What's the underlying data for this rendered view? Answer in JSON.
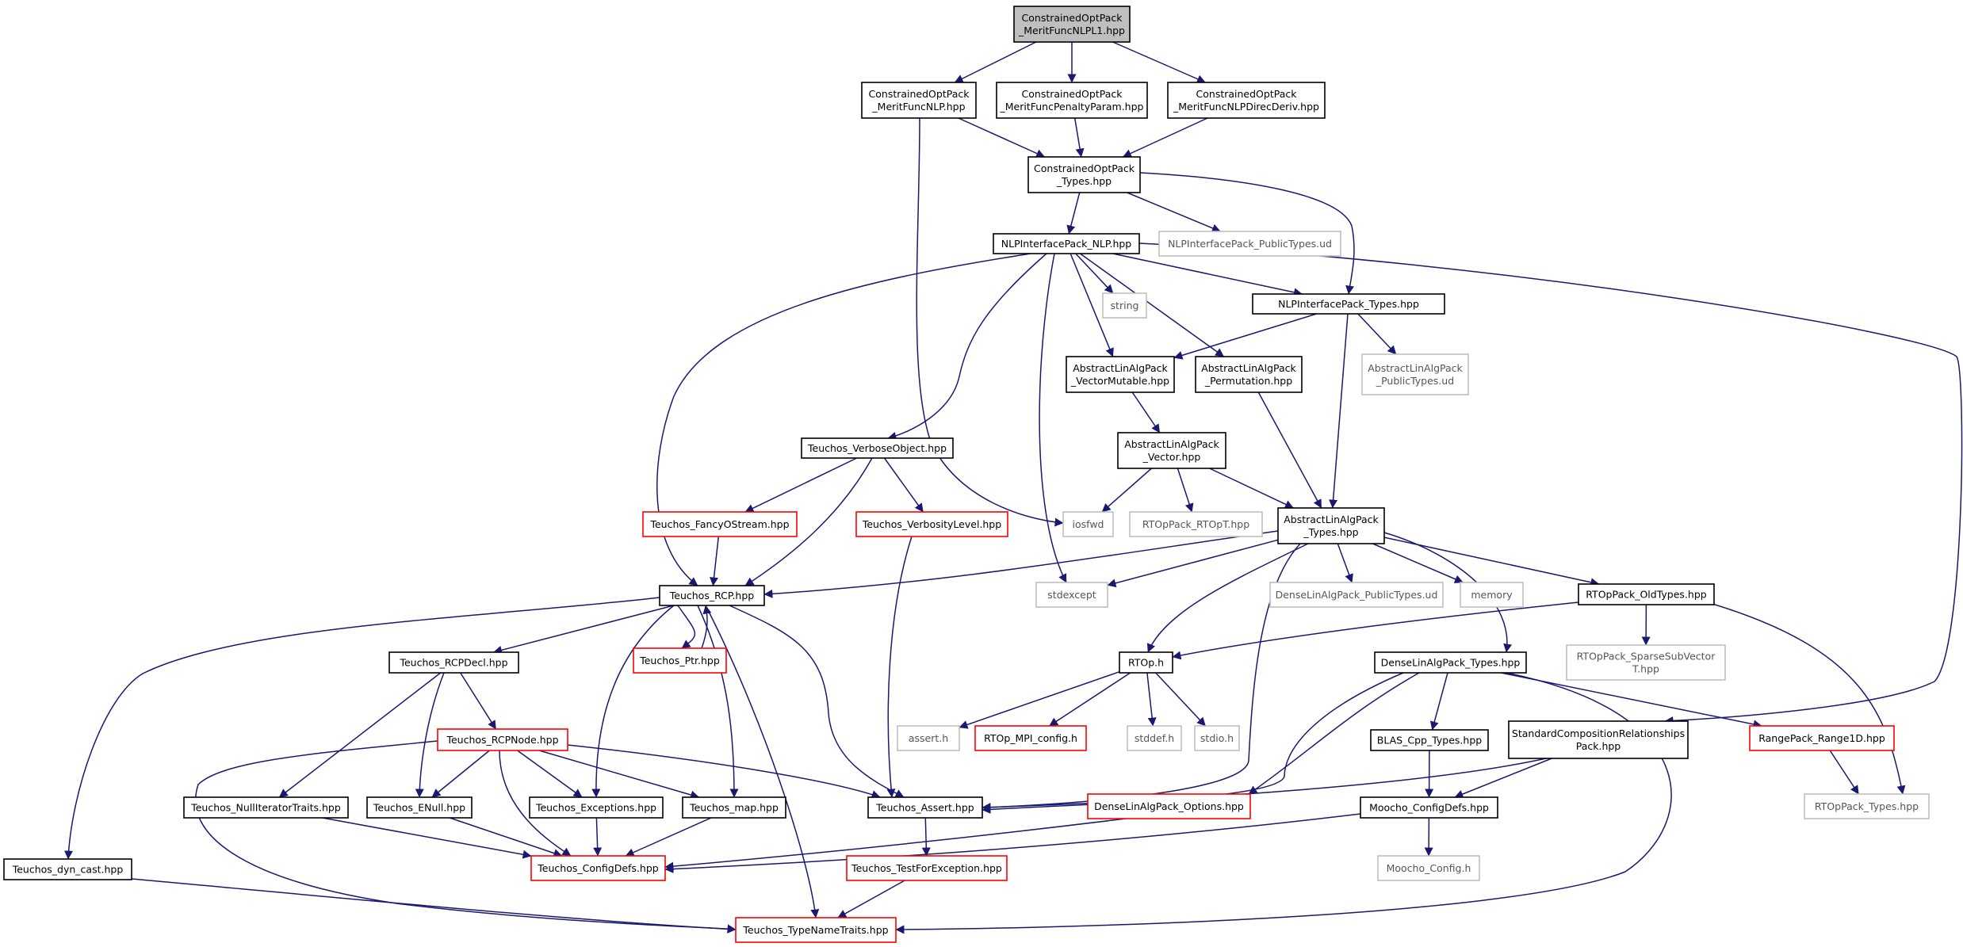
{
  "title": "ConstrainedOptPack_MeritFuncNLPL1.hpp",
  "colors": {
    "edge": "#191970",
    "root_fill": "#bfbfbf",
    "normal_border": "#000000",
    "truncated_border": "#ff0000",
    "external_border": "#bfbfbf"
  },
  "nodes": [
    {
      "id": "root",
      "lines": [
        "ConstrainedOptPack",
        "_MeritFuncNLPL1.hpp"
      ],
      "style": "root"
    },
    {
      "id": "meritNLP",
      "lines": [
        "ConstrainedOptPack",
        "_MeritFuncNLP.hpp"
      ],
      "style": "normal"
    },
    {
      "id": "penalty",
      "lines": [
        "ConstrainedOptPack",
        "_MeritFuncPenaltyParam.hpp"
      ],
      "style": "normal"
    },
    {
      "id": "direc",
      "lines": [
        "ConstrainedOptPack",
        "_MeritFuncNLPDirecDeriv.hpp"
      ],
      "style": "normal"
    },
    {
      "id": "cop_types",
      "lines": [
        "ConstrainedOptPack",
        "_Types.hpp"
      ],
      "style": "normal"
    },
    {
      "id": "nlp",
      "lines": [
        "NLPInterfacePack_NLP.hpp"
      ],
      "style": "normal"
    },
    {
      "id": "nlp_pub",
      "lines": [
        "NLPInterfacePack_PublicTypes.ud"
      ],
      "style": "external"
    },
    {
      "id": "string",
      "lines": [
        "string"
      ],
      "style": "external"
    },
    {
      "id": "nlp_types",
      "lines": [
        "NLPInterfacePack_Types.hpp"
      ],
      "style": "normal"
    },
    {
      "id": "vecmut",
      "lines": [
        "AbstractLinAlgPack",
        "_VectorMutable.hpp"
      ],
      "style": "normal"
    },
    {
      "id": "perm",
      "lines": [
        "AbstractLinAlgPack",
        "_Permutation.hpp"
      ],
      "style": "normal"
    },
    {
      "id": "alap_pub",
      "lines": [
        "AbstractLinAlgPack",
        "_PublicTypes.ud"
      ],
      "style": "external"
    },
    {
      "id": "verbobj",
      "lines": [
        "Teuchos_VerboseObject.hpp"
      ],
      "style": "normal"
    },
    {
      "id": "vector",
      "lines": [
        "AbstractLinAlgPack",
        "_Vector.hpp"
      ],
      "style": "normal"
    },
    {
      "id": "fancy",
      "lines": [
        "Teuchos_FancyOStream.hpp"
      ],
      "style": "truncated"
    },
    {
      "id": "verblevel",
      "lines": [
        "Teuchos_VerbosityLevel.hpp"
      ],
      "style": "truncated"
    },
    {
      "id": "iosfwd",
      "lines": [
        "iosfwd"
      ],
      "style": "external"
    },
    {
      "id": "rtoptpp",
      "lines": [
        "RTOpPack_RTOpT.hpp"
      ],
      "style": "external"
    },
    {
      "id": "alap_types",
      "lines": [
        "AbstractLinAlgPack",
        "_Types.hpp"
      ],
      "style": "normal"
    },
    {
      "id": "rcp",
      "lines": [
        "Teuchos_RCP.hpp"
      ],
      "style": "normal"
    },
    {
      "id": "stdexcept",
      "lines": [
        "stdexcept"
      ],
      "style": "external"
    },
    {
      "id": "dlap_pub",
      "lines": [
        "DenseLinAlgPack_PublicTypes.ud"
      ],
      "style": "external"
    },
    {
      "id": "memory",
      "lines": [
        "memory"
      ],
      "style": "external"
    },
    {
      "id": "oldtypes",
      "lines": [
        "RTOpPack_OldTypes.hpp"
      ],
      "style": "normal"
    },
    {
      "id": "rcpdecl",
      "lines": [
        "Teuchos_RCPDecl.hpp"
      ],
      "style": "normal"
    },
    {
      "id": "ptr",
      "lines": [
        "Teuchos_Ptr.hpp"
      ],
      "style": "truncated"
    },
    {
      "id": "rtoph",
      "lines": [
        "RTOp.h"
      ],
      "style": "normal"
    },
    {
      "id": "dlap_types",
      "lines": [
        "DenseLinAlgPack_Types.hpp"
      ],
      "style": "normal"
    },
    {
      "id": "sparse",
      "lines": [
        "RTOpPack_SparseSubVector",
        "T.hpp"
      ],
      "style": "external"
    },
    {
      "id": "asserth",
      "lines": [
        "assert.h"
      ],
      "style": "external"
    },
    {
      "id": "mpicfg",
      "lines": [
        "RTOp_MPI_config.h"
      ],
      "style": "truncated"
    },
    {
      "id": "stddef",
      "lines": [
        "stddef.h"
      ],
      "style": "external"
    },
    {
      "id": "stdio",
      "lines": [
        "stdio.h"
      ],
      "style": "external"
    },
    {
      "id": "blas",
      "lines": [
        "BLAS_Cpp_Types.hpp"
      ],
      "style": "normal"
    },
    {
      "id": "stdcomp",
      "lines": [
        "StandardCompositionRelationships",
        "Pack.hpp"
      ],
      "style": "normal"
    },
    {
      "id": "range1d",
      "lines": [
        "RangePack_Range1D.hpp"
      ],
      "style": "truncated"
    },
    {
      "id": "rcpnode",
      "lines": [
        "Teuchos_RCPNode.hpp"
      ],
      "style": "truncated"
    },
    {
      "id": "nulliter",
      "lines": [
        "Teuchos_NullIteratorTraits.hpp"
      ],
      "style": "normal"
    },
    {
      "id": "enull",
      "lines": [
        "Teuchos_ENull.hpp"
      ],
      "style": "normal"
    },
    {
      "id": "except",
      "lines": [
        "Teuchos_Exceptions.hpp"
      ],
      "style": "normal"
    },
    {
      "id": "map",
      "lines": [
        "Teuchos_map.hpp"
      ],
      "style": "normal"
    },
    {
      "id": "tassert",
      "lines": [
        "Teuchos_Assert.hpp"
      ],
      "style": "normal"
    },
    {
      "id": "dlap_opts",
      "lines": [
        "DenseLinAlgPack_Options.hpp"
      ],
      "style": "truncated"
    },
    {
      "id": "moocho_cfgdefs",
      "lines": [
        "Moocho_ConfigDefs.hpp"
      ],
      "style": "normal"
    },
    {
      "id": "rtop_types",
      "lines": [
        "RTOpPack_Types.hpp"
      ],
      "style": "external"
    },
    {
      "id": "dyncast",
      "lines": [
        "Teuchos_dyn_cast.hpp"
      ],
      "style": "normal"
    },
    {
      "id": "tconfigdefs",
      "lines": [
        "Teuchos_ConfigDefs.hpp"
      ],
      "style": "truncated"
    },
    {
      "id": "testforexc",
      "lines": [
        "Teuchos_TestForException.hpp"
      ],
      "style": "truncated"
    },
    {
      "id": "moocho_cfg",
      "lines": [
        "Moocho_Config.h"
      ],
      "style": "external"
    },
    {
      "id": "typename",
      "lines": [
        "Teuchos_TypeNameTraits.hpp"
      ],
      "style": "truncated"
    }
  ]
}
